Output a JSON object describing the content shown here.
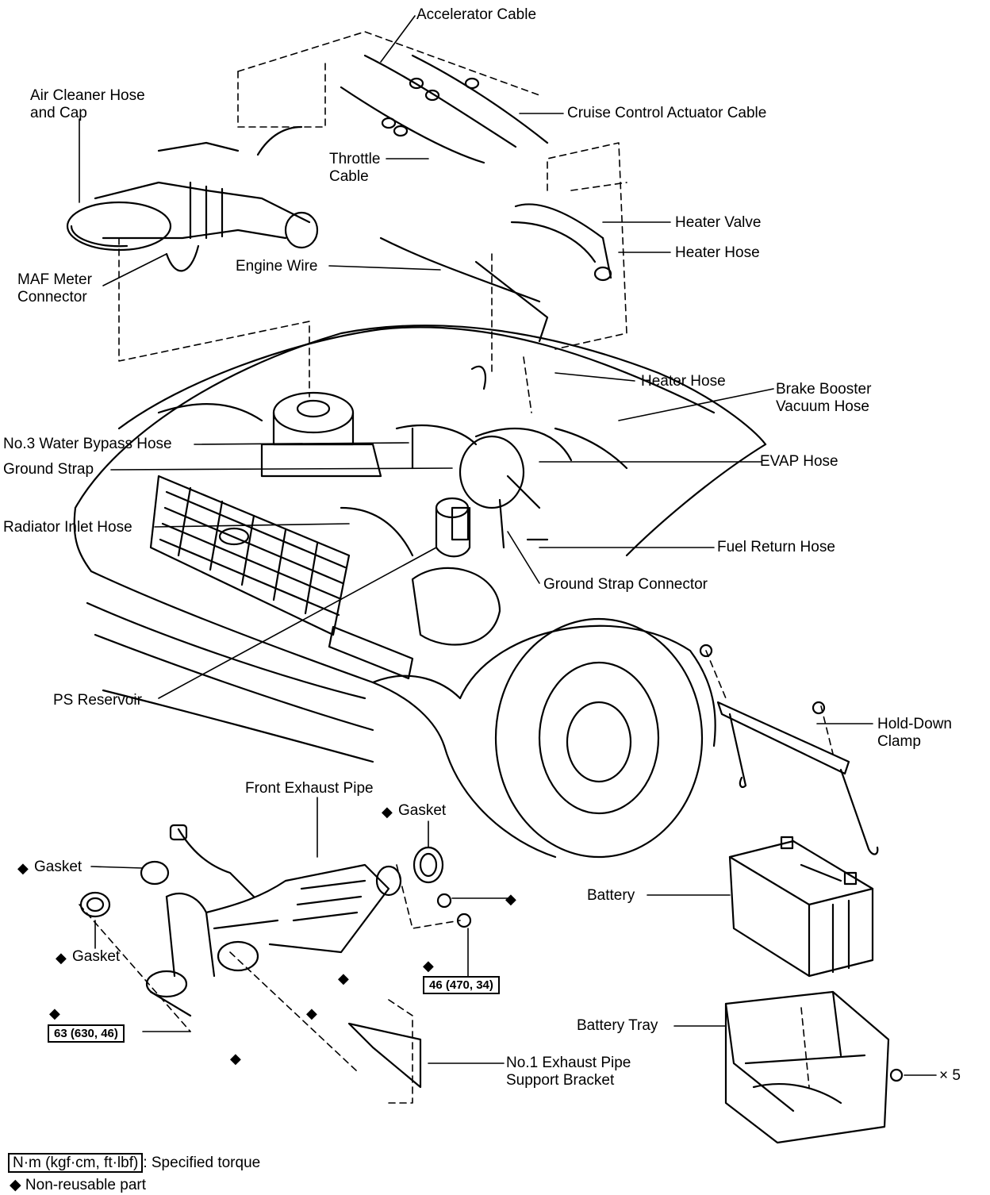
{
  "labels": {
    "accelerator_cable": "Accelerator Cable",
    "air_cleaner_hose_1": "Air Cleaner Hose",
    "air_cleaner_hose_2": "and Cap",
    "cruise_cable": "Cruise Control Actuator Cable",
    "throttle_1": "Throttle",
    "throttle_2": "Cable",
    "heater_valve": "Heater Valve",
    "heater_hose_top": "Heater Hose",
    "maf_1": "MAF Meter",
    "maf_2": "Connector",
    "engine_wire": "Engine Wire",
    "heater_hose_mid": "Heater Hose",
    "brake_booster_1": "Brake Booster",
    "brake_booster_2": "Vacuum Hose",
    "water_bypass": "No.3 Water Bypass Hose",
    "ground_strap": "Ground Strap",
    "evap_hose": "EVAP Hose",
    "radiator_inlet": "Radiator Inlet Hose",
    "fuel_return": "Fuel Return Hose",
    "ground_strap_connector": "Ground Strap Connector",
    "ps_reservoir": "PS Reservoir",
    "hold_down_1": "Hold-Down",
    "hold_down_2": "Clamp",
    "front_exhaust": "Front Exhaust Pipe",
    "gasket_right": "Gasket",
    "gasket_left": "Gasket",
    "gasket_lower": "Gasket",
    "battery": "Battery",
    "battery_tray": "Battery Tray",
    "exhaust_bracket_1": "No.1 Exhaust Pipe",
    "exhaust_bracket_2": "Support Bracket",
    "times_five": "× 5"
  },
  "torque": {
    "t46": "46 (470, 34)",
    "t63": "63 (630, 46)"
  },
  "symbols": {
    "nonreusable": "◆"
  },
  "legend": {
    "torque_unit": "N·m (kgf·cm, ft·lbf)",
    "torque_text": ": Specified torque",
    "nonreusable_text": "Non-reusable part"
  }
}
